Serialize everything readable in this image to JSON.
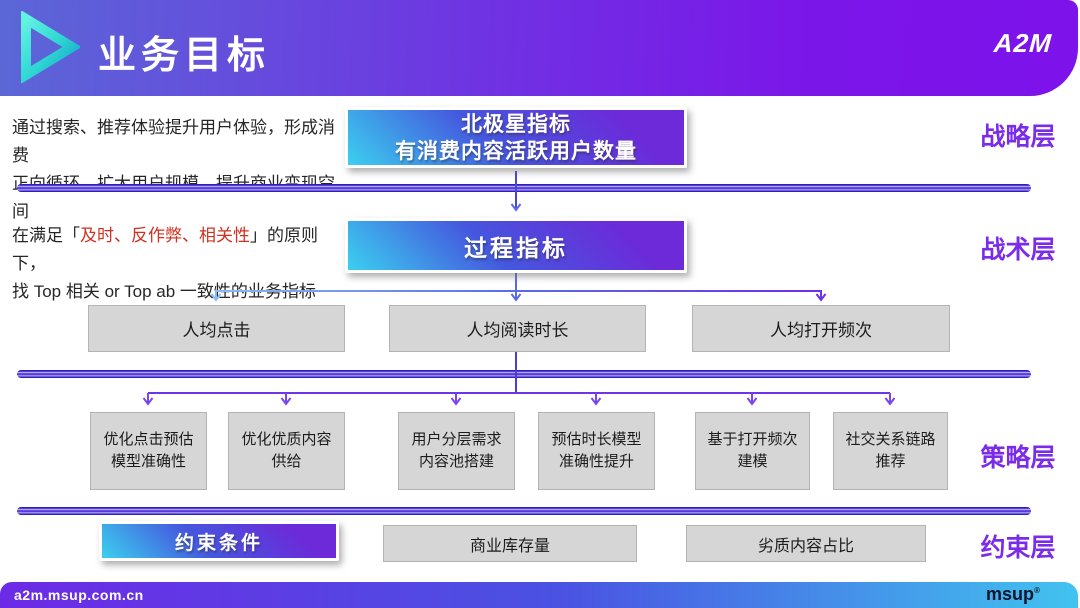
{
  "header": {
    "title": "业务目标",
    "brand": "A2M"
  },
  "footer": {
    "site": "a2m.msup.com.cn",
    "brand": "msup",
    "brand_mark": "®"
  },
  "layer_labels": {
    "strategic": "战略层",
    "tactical": "战术层",
    "strategy": "策略层",
    "constraint": "约束层"
  },
  "strategic": {
    "note_line1": "通过搜索、推荐体验提升用户体验，形成消费",
    "note_line2": "正向循环，扩大用户规模，提升商业变现空间",
    "north_star_line1": "北极星指标",
    "north_star_line2": "有消费内容活跃用户数量"
  },
  "tactical": {
    "note_prefix": "在满足「",
    "note_highlight": "及时、反作弊、相关性",
    "note_suffix": "」的原则下，",
    "note_line2": "找 Top 相关 or Top ab 一致性的业务指标",
    "process_node": "过程指标",
    "metrics": [
      "人均点击",
      "人均阅读时长",
      "人均打开频次"
    ]
  },
  "strategies": {
    "items": [
      {
        "line1": "优化点击预估",
        "line2": "模型准确性"
      },
      {
        "line1": "优化优质内容",
        "line2": "供给"
      },
      {
        "line1": "用户分层需求",
        "line2": "内容池搭建"
      },
      {
        "line1": "预估时长模型",
        "line2": "准确性提升"
      },
      {
        "line1": "基于打开频次",
        "line2": "建模"
      },
      {
        "line1": "社交关系链路",
        "line2": "推荐"
      }
    ]
  },
  "constraints": {
    "node": "约束条件",
    "items": [
      "商业库存量",
      "劣质内容占比"
    ]
  },
  "colors": {
    "header_gradient_start": "#5b67d7",
    "header_gradient_end": "#7d12ea",
    "accent_purple": "#7a2ce8",
    "highlight_red": "#d03020",
    "node_cyan": "#3bd0ef",
    "node_blue": "#4557de",
    "node_purple": "#6c2ad9",
    "gray_box": "#d6d6d6",
    "divider_blue": "#2e1fc2",
    "footer_cyan": "#41c3ef",
    "logo_teal": "#2fe0d2"
  }
}
